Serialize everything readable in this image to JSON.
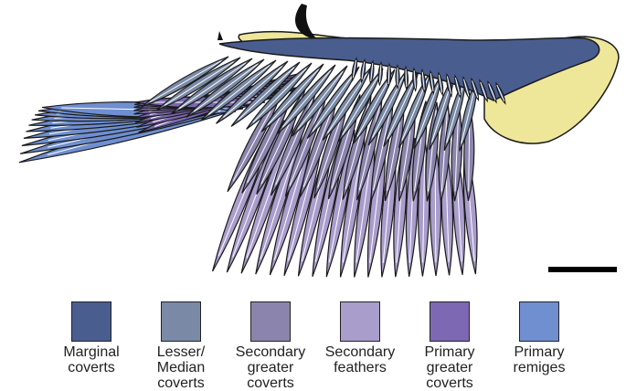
{
  "colors": {
    "marginal_coverts": "#4a5d8f",
    "lesser_median_coverts": "#7a8aa6",
    "secondary_greater_coverts": "#8b85ad",
    "secondary_feathers": "#a99dcc",
    "primary_greater_coverts": "#7d68b3",
    "primary_remiges": "#6f8fd0",
    "bone": "#eee79a",
    "claw": "#111111",
    "outline": "#1a1a1a",
    "rachis": "#ffffff"
  },
  "legend": [
    {
      "label": "Marginal\ncoverts",
      "color": "#4a5d8f"
    },
    {
      "label": "Lesser/\nMedian\ncoverts",
      "color": "#7a8aa6"
    },
    {
      "label": "Secondary\ngreater\ncoverts",
      "color": "#8b85ad"
    },
    {
      "label": "Secondary\nfeathers",
      "color": "#a99dcc"
    },
    {
      "label": "Primary\ngreater\ncoverts",
      "color": "#7d68b3"
    },
    {
      "label": "Primary\nremiges",
      "color": "#6f8fd0"
    }
  ],
  "scale_bar": {
    "label": ""
  }
}
